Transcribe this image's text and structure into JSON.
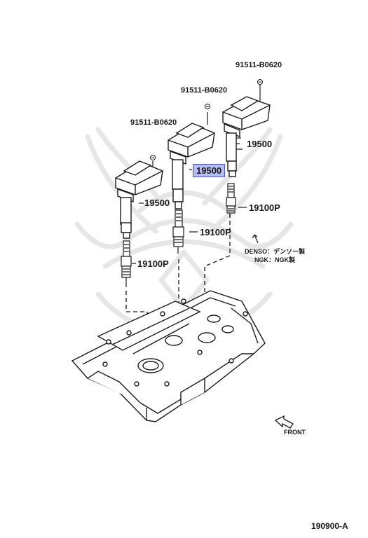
{
  "labels": {
    "bolt_right": "91511-B0620",
    "bolt_mid": "91511-B0620",
    "bolt_left": "91511-B0620",
    "coil_right": "19500",
    "coil_mid_highlight": "19500",
    "coil_left": "19500",
    "plug_right": "19100P",
    "plug_mid": "19100P",
    "plug_left": "19100P",
    "maker_denso": "DENSO：デンソー製",
    "maker_ngk": "NGK：NGK製",
    "front": "FRONT",
    "diagram_code": "190900-A"
  },
  "colors": {
    "line": "#1a1a1a",
    "highlight_fill": "#b7bdf0",
    "highlight_border": "#4a55c4",
    "watermark": "#e6e6e6"
  },
  "icons": {
    "front_arrow": "front-arrow-icon",
    "watermark": "samurai-helmet-watermark"
  }
}
